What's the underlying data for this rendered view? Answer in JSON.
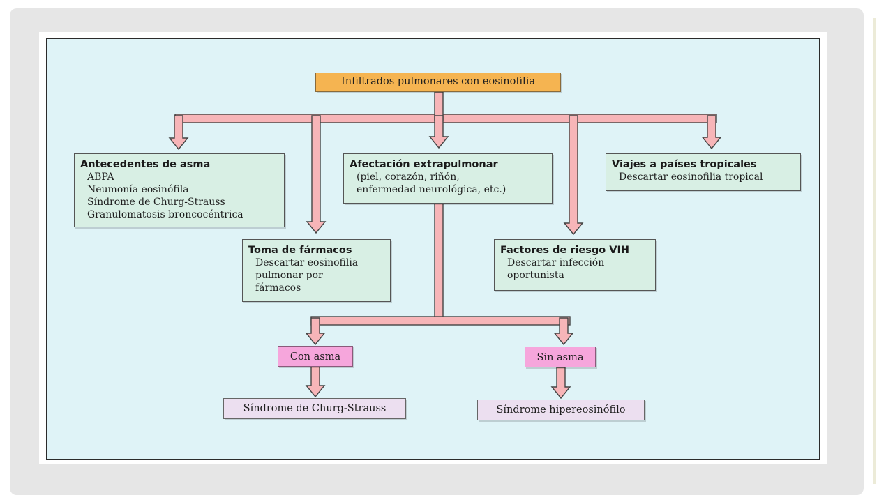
{
  "diagram": {
    "root": "Infiltrados pulmonares con eosinofilia",
    "asthma_history": {
      "title": "Antecedentes de asma",
      "items": [
        "ABPA",
        "Neumonía eosinófila",
        "Síndrome de Churg-Strauss",
        "Granulomatosis broncocéntrica"
      ]
    },
    "drugs": {
      "title": "Toma de fármacos",
      "lines": [
        "Descartar eosinofilia",
        "pulmonar por",
        "fármacos"
      ]
    },
    "extrapulmonary": {
      "title": "Afectación extrapulmonar",
      "lines": [
        "(piel, corazón, riñón,",
        "enfermedad neurológica, etc.)"
      ]
    },
    "hiv": {
      "title": "Factores de riesgo VIH",
      "lines": [
        "Descartar infección",
        "oportunista"
      ]
    },
    "travel": {
      "title": "Viajes a países tropicales",
      "lines": [
        "Descartar eosinofilia tropical"
      ]
    },
    "with_asthma": "Con asma",
    "without_asthma": "Sin asma",
    "churg_strauss": "Síndrome de Churg-Strauss",
    "hypereosinophilic": "Síndrome hipereosinófilo"
  },
  "colors": {
    "panel_bg": "#dff3f7",
    "root_box": "#f5b451",
    "category_box": "#d8efe4",
    "condition_box": "#f6a6dc",
    "outcome_box": "#ecdff0",
    "arrow_fill": "#f7b5b8",
    "arrow_stroke": "#444444"
  }
}
